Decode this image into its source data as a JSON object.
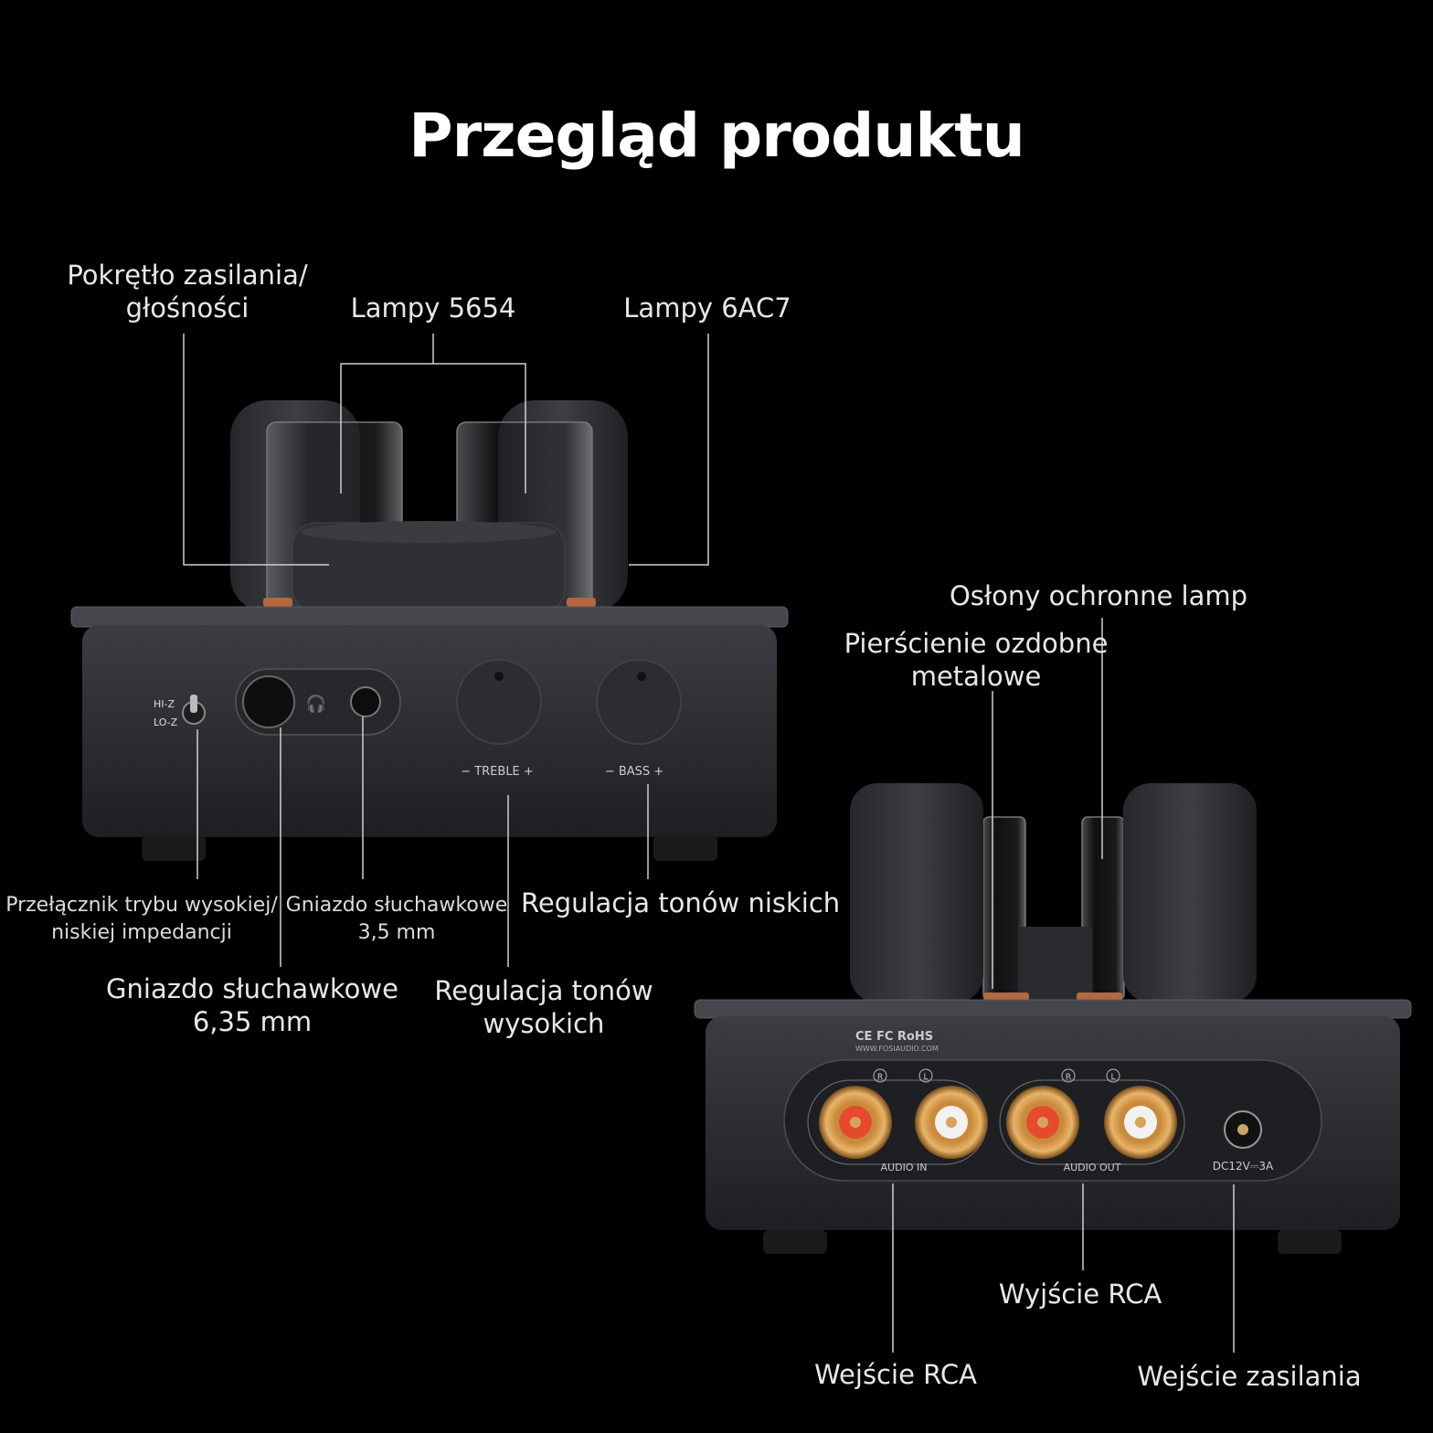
{
  "title": "Przegląd produktu",
  "labels": {
    "power_volume_l1": "Pokrętło zasilania/",
    "power_volume_l2": "głośności",
    "tubes_5654": "Lampy 5654",
    "tubes_6ac7": "Lampy 6AC7",
    "tube_guards": "Osłony ochronne lamp",
    "metal_rings_l1": "Pierścienie ozdobne",
    "metal_rings_l2": "metalowe",
    "impedance_switch_l1": "Przełącznik trybu wysokiej/",
    "impedance_switch_l2": "niskiej impedancji",
    "headphone_35_l1": "Gniazdo słuchawkowe",
    "headphone_35_l2": "3,5 mm",
    "bass_control": "Regulacja tonów niskich",
    "headphone_635_l1": "Gniazdo słuchawkowe",
    "headphone_635_l2": "6,35 mm",
    "treble_control_l1": "Regulacja tonów",
    "treble_control_l2": "wysokich",
    "rca_output": "Wyjście RCA",
    "rca_input": "Wejście RCA",
    "power_input": "Wejście zasilania"
  },
  "device_front": {
    "hi_z": "HI-Z",
    "lo_z": "LO-Z",
    "treble": "− TREBLE +",
    "bass": "− BASS +"
  },
  "device_rear": {
    "certs": "CE FC RoHS",
    "url": "WWW.FOSIAUDIO.COM",
    "r": "R",
    "l": "L",
    "audio_in": "AUDIO IN",
    "audio_out": "AUDIO OUT",
    "dc": "DC12V⎓3A"
  }
}
